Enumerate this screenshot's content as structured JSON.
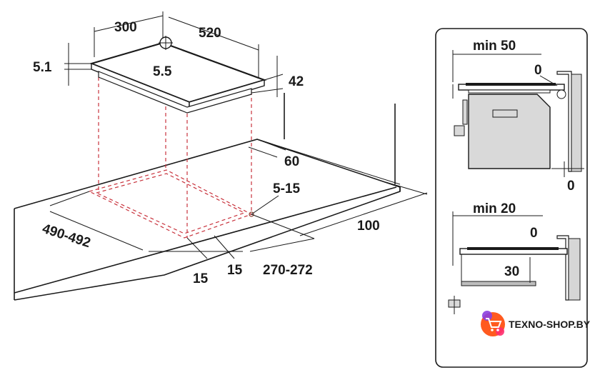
{
  "dimensions": {
    "width": "300",
    "depth": "520",
    "edge": "5.1",
    "cutout_corner": "5.5",
    "height": "42",
    "rear_gap": "60",
    "radius": "5-15",
    "cutout_width": "490-492",
    "front_gap": "100",
    "side_a": "15",
    "side_b": "15",
    "cutout_depth": "270-272"
  },
  "detail_top": {
    "min_label": "min 50",
    "zero_top": "0",
    "zero_side": "0"
  },
  "detail_bottom": {
    "min_label": "min 20",
    "zero_top": "0",
    "gap": "30"
  },
  "watermark": {
    "text": "TEXNO-SHOP.BY"
  }
}
